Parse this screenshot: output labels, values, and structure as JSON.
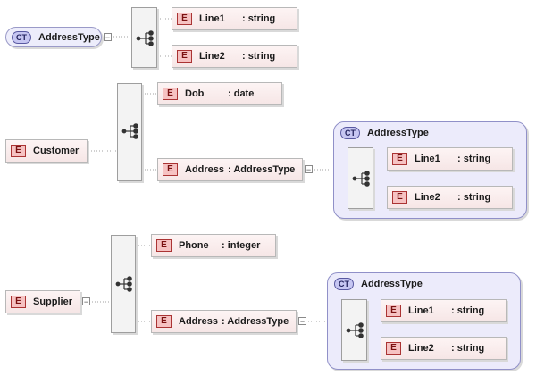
{
  "diagram": {
    "complex_type": {
      "badge": "CT",
      "name": "AddressType"
    },
    "customer": {
      "badge": "E",
      "name": "Customer"
    },
    "supplier": {
      "badge": "E",
      "name": "Supplier"
    },
    "fields": {
      "line1": {
        "badge": "E",
        "name": "Line1",
        "type": ": string"
      },
      "line2": {
        "badge": "E",
        "name": "Line2",
        "type": ": string"
      },
      "dob": {
        "badge": "E",
        "name": "Dob",
        "type": ": date"
      },
      "phone": {
        "badge": "E",
        "name": "Phone",
        "type": ": integer"
      },
      "address": {
        "badge": "E",
        "name": "Address",
        "type": ": AddressType"
      }
    },
    "minus_glyph": "−",
    "icons": {
      "sequence": "sequence-compositor-icon",
      "expand": "minus-icon"
    }
  }
}
